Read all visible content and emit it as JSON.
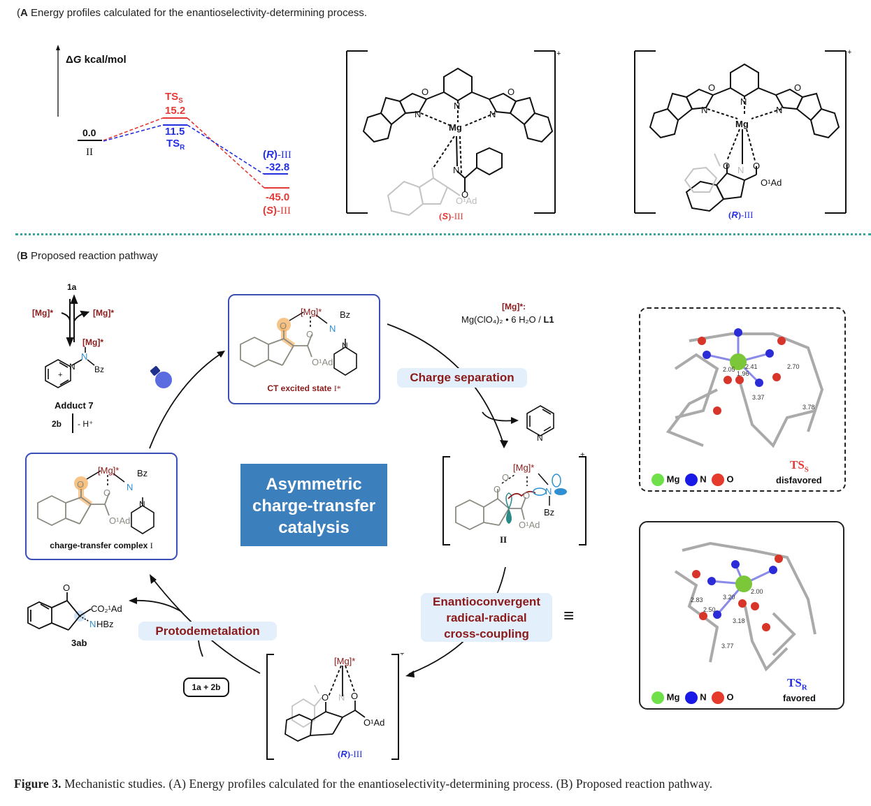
{
  "panel_a": {
    "letter": "A",
    "title": " Energy profiles calculated for the enantioselectivity-determining process.",
    "axis_label_delta": "Δ",
    "axis_label_G": "G",
    "axis_label_unit": " kcal/mol",
    "colors": {
      "S": "#e53935",
      "R": "#2430e0",
      "start": "#111111"
    },
    "levels": [
      {
        "id": "II",
        "value": "0.0",
        "label": "II"
      },
      {
        "id": "TS_S",
        "value": "15.2",
        "label": "TS",
        "sub": "S"
      },
      {
        "id": "TS_R",
        "value": "11.5",
        "label": "TS",
        "sub": "R"
      },
      {
        "id": "R_III",
        "value": "-32.8",
        "label_config": "R",
        "label_rest": "-III"
      },
      {
        "id": "S_III",
        "value": "-45.0",
        "label_config": "S",
        "label_rest": "-III"
      }
    ],
    "complex_s": {
      "charge": "+",
      "label_config": "S",
      "label_rest": "-III",
      "atoms": {
        "mg": "Mg",
        "n": "N",
        "o": "O",
        "oad": "O¹Ad"
      }
    },
    "complex_r": {
      "charge": "+",
      "label_config": "R",
      "label_rest": "-III",
      "atoms": {
        "mg": "Mg",
        "n": "N",
        "o": "O",
        "oad": "O¹Ad"
      }
    }
  },
  "panel_b": {
    "letter": "B",
    "title": " Proposed reaction pathway",
    "reagent_1a": "1a",
    "mg_star": "[Mg]*",
    "adduct_label": "Adduct 7",
    "adduct_bz": "Bz",
    "adduct_n": "N",
    "reagent_2b": "2b",
    "minus_h": "- H⁺",
    "catalyst_note_title": "[Mg]*:",
    "catalyst_note_body": "Mg(ClO₄)₂ • 6 H₂O / ",
    "catalyst_note_ligand": "L1",
    "ct_excited": {
      "label": "CT excited state ",
      "label_roman": "I*"
    },
    "ct_complex": {
      "label": "charge-transfer complex ",
      "label_roman": "I"
    },
    "intermediate_ii": {
      "label": "II",
      "charge": "+"
    },
    "intermediate_riii": {
      "label_config": "R",
      "label_rest": "-III",
      "charge": "+"
    },
    "product": {
      "label": "3ab",
      "co2ad": "CO₂¹Ad",
      "nhbz": "NHBz"
    },
    "reagent_pill": "1a + 2b",
    "center_box": [
      "Asymmetric",
      "charge-transfer",
      "catalysis"
    ],
    "steps": {
      "charge_separation": "Charge separation",
      "cross_coupling": [
        "Enantioconvergent",
        "radical-radical",
        "cross-coupling"
      ],
      "protodemetalation": "Protodemetalation"
    },
    "equiv_symbol": "≡",
    "ts_s_panel": {
      "title": "TS",
      "sub": "S",
      "status": "disfavored",
      "distances": [
        "2.70",
        "2.41",
        "2.05",
        "1.96",
        "3.37",
        "3.78"
      ]
    },
    "ts_r_panel": {
      "title": "TS",
      "sub": "R",
      "status": "favored",
      "distances": [
        "2.00",
        "3.20",
        "2.83",
        "2.50",
        "3.18",
        "3.77"
      ]
    },
    "legend": [
      {
        "element": "Mg",
        "color": "#6ee04a"
      },
      {
        "element": "N",
        "color": "#1a1ae6"
      },
      {
        "element": "O",
        "color": "#e53a2c"
      }
    ],
    "highlight_color": "#f5b56a",
    "box_border_color": "#3b4fb8",
    "center_box_color": "#3b7fbd",
    "pill_color": "#e3effb",
    "step_text_color": "#8b1a1a"
  },
  "caption": {
    "prefix": "Figure 3.",
    "text": " Mechanistic studies. (A) Energy profiles calculated for the enantioselectivity-determining process. (B) Proposed reaction pathway."
  }
}
